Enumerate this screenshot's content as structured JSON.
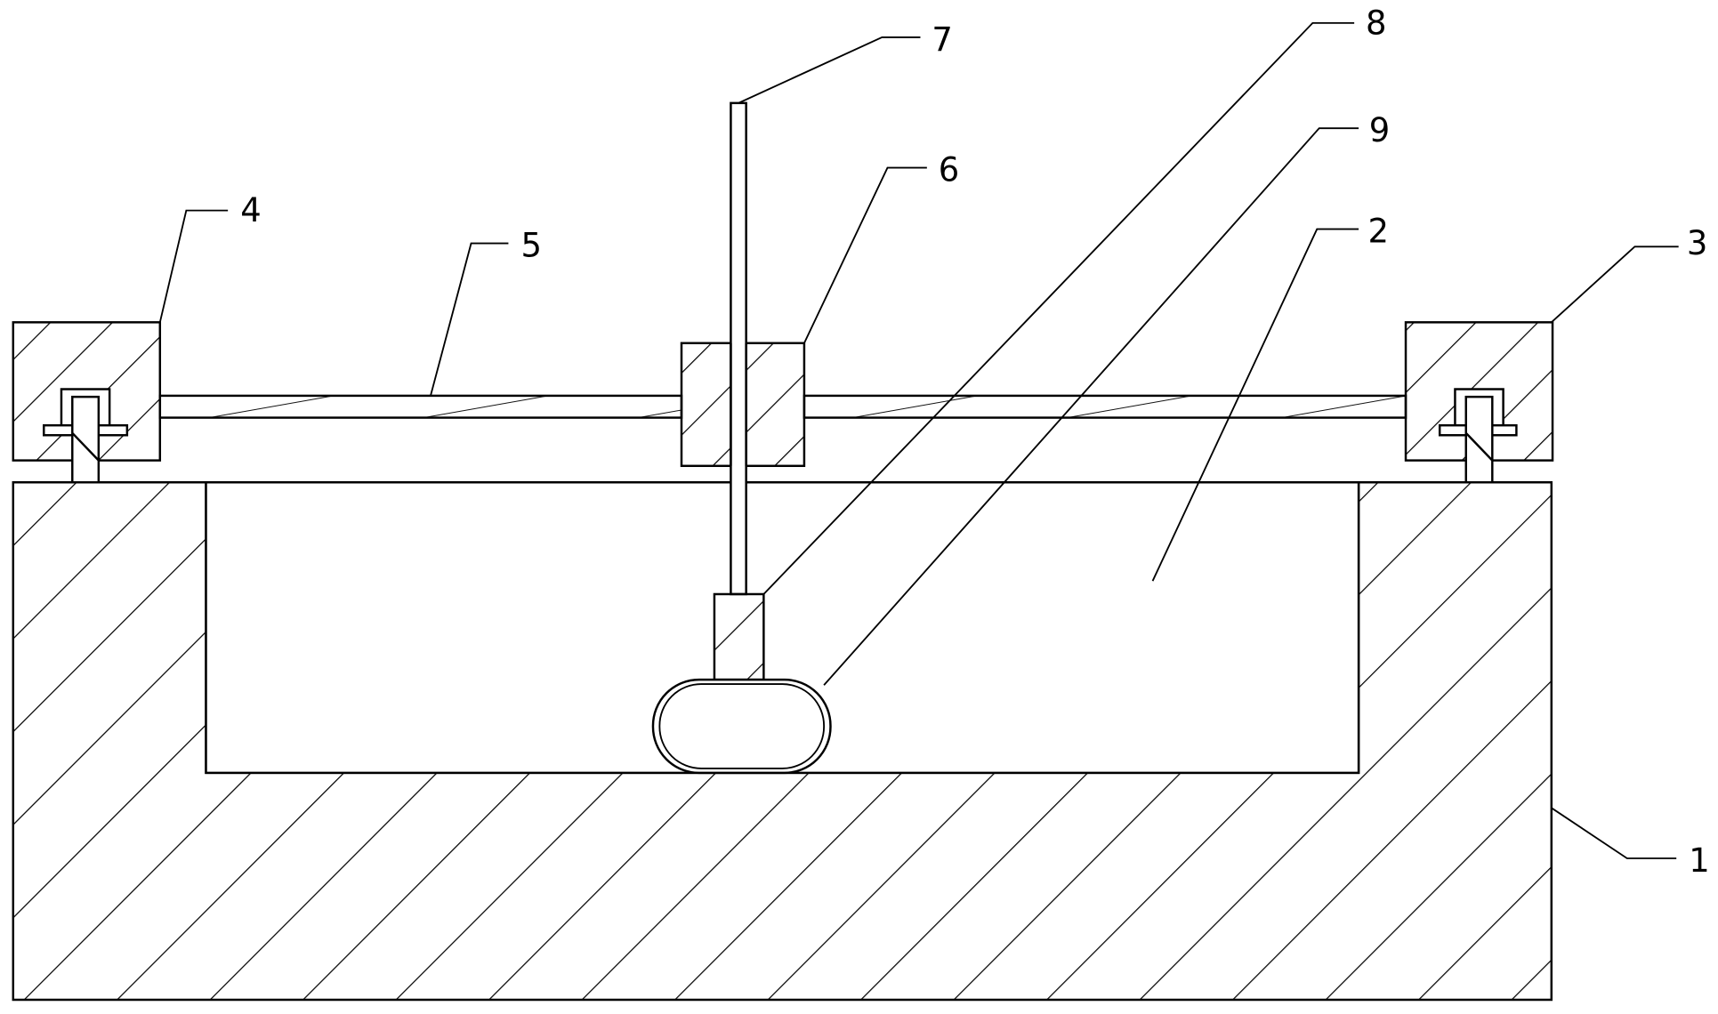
{
  "figure": {
    "line_color": "#000000",
    "background": "#ffffff",
    "hatch": "diagonal-45deg",
    "callouts": [
      {
        "id": "base",
        "label": "1"
      },
      {
        "id": "cavity",
        "label": "2"
      },
      {
        "id": "right-block",
        "label": "3"
      },
      {
        "id": "left-block",
        "label": "4"
      },
      {
        "id": "screw-rod",
        "label": "5"
      },
      {
        "id": "slider",
        "label": "6"
      },
      {
        "id": "vertical-rod",
        "label": "7"
      },
      {
        "id": "connector",
        "label": "8"
      },
      {
        "id": "roller",
        "label": "9"
      }
    ]
  }
}
